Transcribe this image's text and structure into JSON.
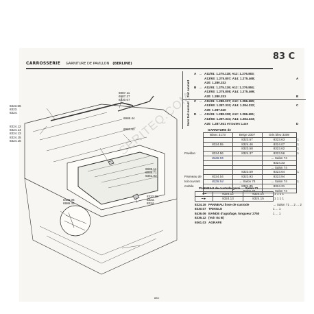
{
  "page_number": "83 C",
  "header": {
    "title": "CARROSSERIE",
    "subtitle": "GARNITURE DE PAVILLON",
    "variant": "(BERLINE)"
  },
  "vehicle_groups": {
    "toit_ouvrant_label": "Toit ouvrant",
    "sans_toit_label": "Sans toit ouvrant",
    "rows": [
      {
        "letter": "A",
        "arrow": "→",
        "text": "A11/91: 1.275.118; A12: 1.276.803;",
        "mark": ""
      },
      {
        "letter": "",
        "arrow": "",
        "text": "A13/93: 1.275.807; A14: 1.275.468;",
        "mark": "A"
      },
      {
        "letter": "",
        "arrow": "",
        "text": "A20: 1.280.332",
        "mark": ""
      },
      {
        "letter": "B",
        "arrow": "→",
        "text": "A11/91: 1.275.119; A12: 1.276.804;",
        "mark": ""
      },
      {
        "letter": "",
        "arrow": "",
        "text": "A13/93: 1.275.808; A14: 1.275.469;",
        "mark": ""
      },
      {
        "letter": "",
        "arrow": "",
        "text": "A20: 1.280.333",
        "mark": "B"
      },
      {
        "letter": "C",
        "arrow": "→",
        "text": "A11/91: 1.288.337; A12: 1.286.690;",
        "mark": ""
      },
      {
        "letter": "",
        "arrow": "",
        "text": "A13/93: 1.287.333; A14: 1.284.222;",
        "mark": "C"
      },
      {
        "letter": "",
        "arrow": "",
        "text": "A20: 1.287.940",
        "mark": ""
      },
      {
        "letter": "D",
        "arrow": "→",
        "text": "A11/91: 1.288.338; A12: 1.286.691;",
        "mark": ""
      },
      {
        "letter": "",
        "arrow": "",
        "text": "A13/93: 1.287.334; A14: 1.284.223;",
        "mark": ""
      },
      {
        "letter": "",
        "arrow": "",
        "text": "A20: 1.287.941 et toutes Luxe",
        "mark": "D"
      }
    ]
  },
  "garniture_table": {
    "title": "GARNITURE de",
    "columns": [
      "Blanc 3173",
      "Beige 3307",
      "Gris bleu 3308"
    ],
    "rows": [
      {
        "label": "",
        "cells": [
          "",
          "8323.57",
          "8323.63"
        ],
        "right": "1"
      },
      {
        "label": "",
        "cells": [
          "8324.55",
          "8324.46",
          "8324.07"
        ],
        "right": "1"
      },
      {
        "label": "",
        "cells": [
          "",
          "8323.58",
          "8323.62"
        ],
        "right": "1"
      },
      {
        "label": "Pavillon",
        "cells": [
          "8324.56",
          "8324.37",
          "8323.56"
        ],
        "right": "1"
      },
      {
        "label": "",
        "cells": [
          "8328.55",
          "",
          "→ Salon 74"
        ],
        "right": ""
      },
      {
        "label": "",
        "cells": [
          "",
          "",
          "8324.33"
        ],
        "right": ""
      },
      {
        "label": "",
        "cells": [
          "",
          "",
          "→ Salon 74"
        ],
        "right": ""
      },
      {
        "label": "",
        "cells": [
          "",
          "8323.59",
          "8323.64"
        ],
        "right": "1"
      },
      {
        "label": "Panneau de",
        "cells": [
          "8324.54",
          "8323.93",
          "8323.94"
        ],
        "right": ""
      },
      {
        "label": "toit ouvrant",
        "cells": [
          "8328.54",
          "→ Salon 74",
          "→ Salon 74"
        ],
        "right": "1"
      },
      {
        "label": "mobile",
        "cells": [
          "",
          "8324.35",
          "8324.31"
        ],
        "right": ""
      },
      {
        "label": "",
        "cells": [
          "",
          "→ Salon 74",
          "→ Salon 74"
        ],
        "right": ""
      }
    ]
  },
  "custode_table": {
    "title": "PANNEAU de custode garni",
    "title_tail": "→ Salon 71",
    "rows": [
      {
        "arrow": "◄━",
        "c1": "8324.12",
        "c2": "8324.14",
        "marks": "1  1  1  1"
      },
      {
        "arrow": "━►",
        "c1": "8324.13",
        "c2": "8324.15",
        "marks": "1  1  1  1"
      }
    ]
  },
  "parts_list": [
    {
      "ref": "8324.16",
      "desc": "PANNEAU lisse de custode",
      "tail": "→ Salon 71 ... 2 ... 2"
    },
    {
      "ref": "8330.07",
      "desc": "TRINGLE",
      "tail": "1 ... 1"
    },
    {
      "ref": "8436.06",
      "desc": "BANDE d'agrafage, longueur 2750",
      "tail": "1 ... 1"
    },
    {
      "ref": "8336.12",
      "desc": "(Voir 84 B)",
      "tail": ""
    },
    {
      "ref": "9361.03",
      "desc": "AGRAFE",
      "tail": ""
    }
  ],
  "diagram_labels": {
    "top_cluster": [
      "6987.11",
      "6987.27",
      "8330.07"
    ],
    "l1": [
      "8323.56",
      "8323.",
      "8324."
    ],
    "l2": [
      "8324.12",
      "8324.14",
      "8324.13",
      "8324.15",
      "8324.16"
    ],
    "mid": [
      "6986.44"
    ],
    "mid2": [
      "6987.62"
    ],
    "inset": [
      "8436.06",
      "6986.32"
    ],
    "rhs": [
      "6986.11",
      "6986.71",
      "9361.03"
    ],
    "bottom": [
      "8323.58",
      "8323.",
      "8324."
    ]
  },
  "watermark": "SERITEQ.COM",
  "footer": "83C"
}
